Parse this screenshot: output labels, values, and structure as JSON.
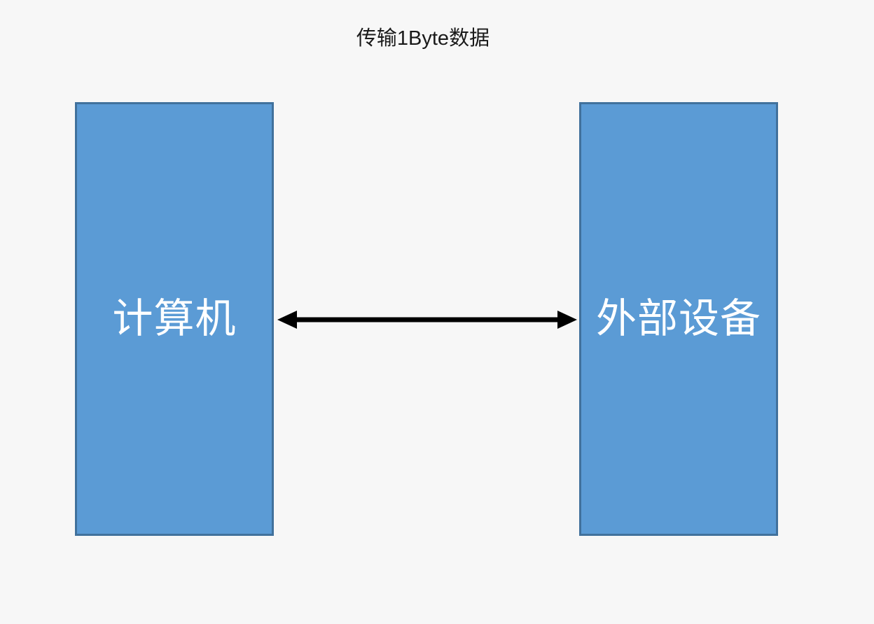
{
  "diagram": {
    "title": "传输1Byte数据",
    "background_color": "#f7f7f7",
    "nodes": [
      {
        "id": "computer",
        "label": "计算机",
        "fill_color": "#5b9bd5",
        "border_color": "#41719c",
        "text_color": "#ffffff"
      },
      {
        "id": "peripheral",
        "label": "外部设备",
        "fill_color": "#5b9bd5",
        "border_color": "#41719c",
        "text_color": "#ffffff"
      }
    ],
    "connector": {
      "from": "computer",
      "to": "peripheral",
      "style": "double-headed-arrow",
      "color": "#000000",
      "label": ""
    }
  }
}
